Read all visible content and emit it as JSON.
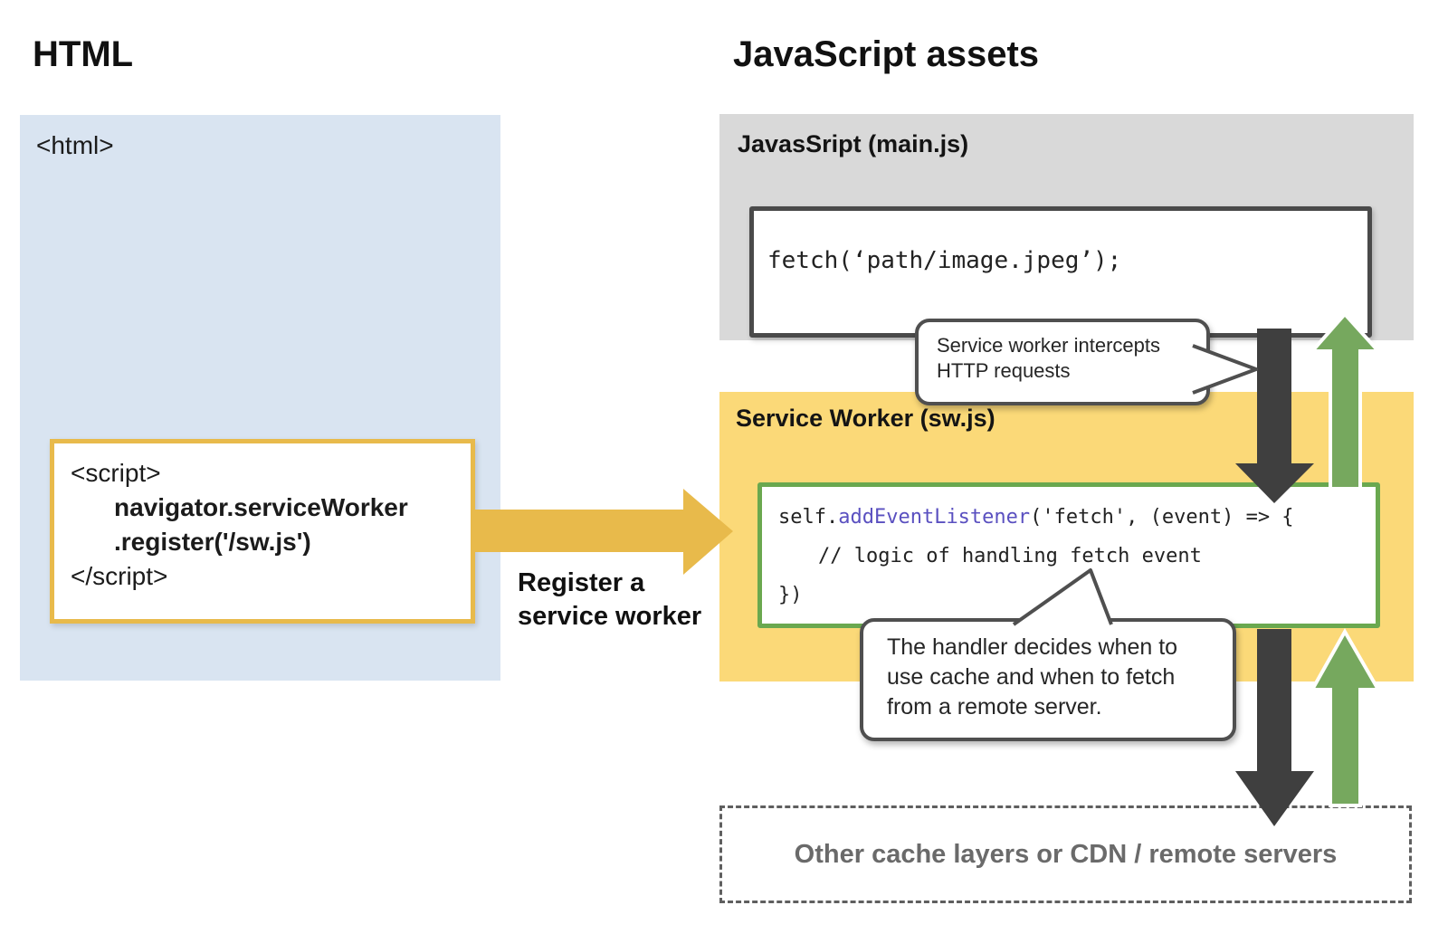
{
  "headings": {
    "left": "HTML",
    "right": "JavaScript assets"
  },
  "html_panel": {
    "tag_open": "<html>",
    "script_code": [
      "<script>",
      "navigator.serviceWorker",
      ".register('/sw.js')",
      "</script>"
    ]
  },
  "register_arrow": {
    "label_line1": "Register a",
    "label_line2": "service worker"
  },
  "main_js_panel": {
    "title": "JavasSript (main.js)",
    "code": "fetch(‘path/image.jpeg’);"
  },
  "sw_panel": {
    "title": "Service Worker (sw.js)",
    "code_line1_pre": "self.",
    "code_line1_keyword": "addEventListener",
    "code_line1_post": "('fetch', (event) => {",
    "code_line2": "// logic of handling fetch event",
    "code_line3": "})"
  },
  "bubbles": {
    "intercept": {
      "lines": [
        "Service worker intercepts",
        "HTTP requests"
      ]
    },
    "handler": {
      "lines": [
        "The handler decides when to",
        "use cache and when to fetch",
        "from a remote server."
      ]
    }
  },
  "cache_box": {
    "label": "Other cache layers or CDN / remote servers"
  },
  "colors": {
    "panel_blue": "#d9e4f1",
    "panel_gray": "#d9d9d9",
    "panel_yellow": "#fbd978",
    "accent_gold": "#e8ba4b",
    "arrow_dark": "#3f3f3f",
    "arrow_green": "#76a85e",
    "border_green": "#6aa84f",
    "border_dark": "#4a4a4a",
    "code_keyword_purple": "#5a50c0",
    "cache_text_gray": "#6a6a6a"
  }
}
